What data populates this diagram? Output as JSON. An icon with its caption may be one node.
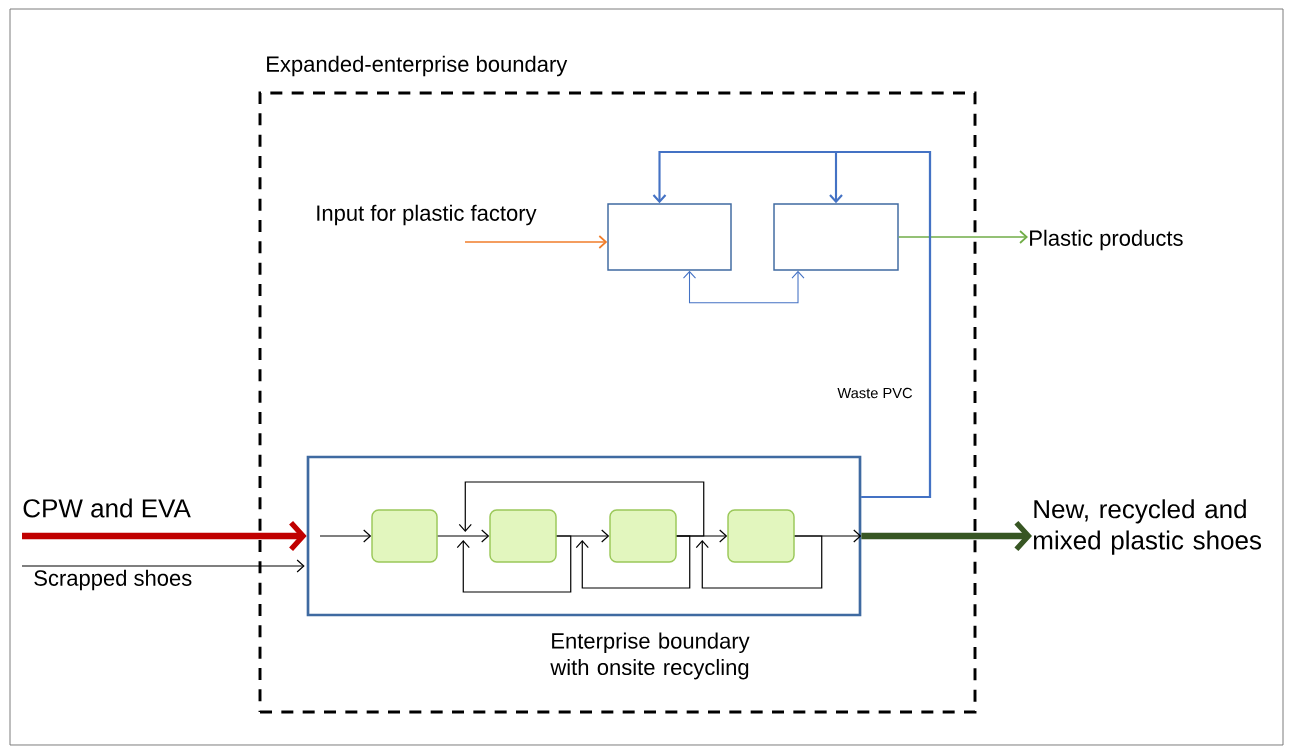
{
  "diagram": {
    "nodes": [
      {
        "text": [
          "Expanded-enterprise boundary"
        ]
      },
      {
        "text": [],
        "shape": "box",
        "in": 0
      },
      {
        "text": [],
        "shape": "box",
        "in": 0
      },
      {
        "text": [
          "Enterprise boundary with onsite recycling"
        ],
        "in": 0
      },
      {
        "text": [],
        "shape": "box",
        "in": 3
      },
      {
        "text": [],
        "shape": "box",
        "in": 3
      },
      {
        "text": [],
        "shape": "box",
        "in": 3
      },
      {
        "text": [],
        "shape": "box",
        "in": 3
      },
      {
        "text": [
          "Input for plastic factory"
        ],
        "in": 0
      },
      {
        "text": [
          "Plastic products"
        ]
      },
      {
        "text": [
          "CPW and EVA"
        ]
      },
      {
        "text": [
          "Scrapped shoes"
        ]
      },
      {
        "text": [
          "New, recycled and mixed plastic shoes"
        ]
      }
    ],
    "edges": [
      {
        "from": 8,
        "to": 1,
        "arrow": "to",
        "color": "#f07d2a"
      },
      {
        "from": 2,
        "to": 9,
        "arrow": "to",
        "color": "#70ad47"
      },
      {
        "from": 3,
        "to": 1,
        "arrow": "to",
        "color": "#4472c4",
        "label": "Waste PVC"
      },
      {
        "from": 3,
        "to": 2,
        "arrow": "to",
        "color": "#4472c4"
      },
      {
        "from": 1,
        "to": 2,
        "arrow": "both",
        "color": "#4472c4"
      },
      {
        "from": 10,
        "to": 3,
        "arrow": "to",
        "style": "thick",
        "color": "#c00000"
      },
      {
        "from": 11,
        "to": 3,
        "arrow": "to"
      },
      {
        "from": null,
        "to": 4,
        "arrow": "to"
      },
      {
        "from": 4,
        "to": 5,
        "arrow": "to"
      },
      {
        "from": 5,
        "to": 6,
        "arrow": "to"
      },
      {
        "from": 6,
        "to": 7,
        "arrow": "to"
      },
      {
        "from": 7,
        "to": 3,
        "arrow": "to"
      },
      {
        "from": 5,
        "to": 5,
        "arrow": "to"
      },
      {
        "from": 6,
        "to": 6,
        "arrow": "to"
      },
      {
        "from": 7,
        "to": 7,
        "arrow": "to"
      },
      {
        "from": 6,
        "to": 5,
        "arrow": "to"
      },
      {
        "from": 3,
        "to": 12,
        "arrow": "to",
        "style": "thick",
        "color": "#375623"
      }
    ]
  }
}
